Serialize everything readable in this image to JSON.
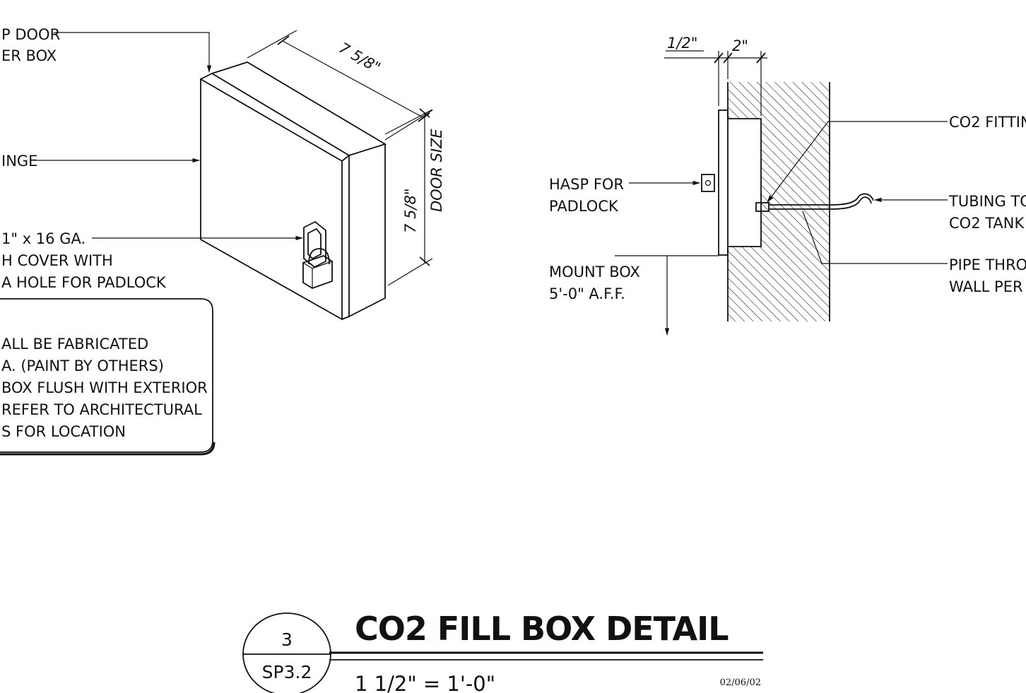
{
  "iso_view": {
    "label_hasp_door": [
      "P DOOR",
      "ER BOX"
    ],
    "label_hinge": "INGE",
    "label_cover": [
      "1\" x 16 GA.",
      "H COVER WITH",
      "A HOLE FOR PADLOCK"
    ],
    "dim_depth": "7 5/8\"",
    "dim_height": "7 5/8\"",
    "dim_door_size": "DOOR SIZE"
  },
  "notes_box": {
    "lines": [
      "ALL BE FABRICATED",
      "A. (PAINT BY OTHERS)",
      "BOX FLUSH WITH EXTERIOR",
      "REFER TO ARCHITECTURAL",
      "S FOR LOCATION"
    ]
  },
  "section_view": {
    "dim_half": "1/2\"",
    "dim_two": "2\"",
    "label_hasp": [
      "HASP FOR",
      "PADLOCK"
    ],
    "label_mount": [
      "MOUNT BOX",
      "5'-0\" A.F.F."
    ],
    "label_co2_fitting": "CO2 FITTIN",
    "label_tubing": [
      "TUBING TO",
      "CO2 TANK"
    ],
    "label_pipe": [
      "PIPE THRO",
      "WALL PER"
    ]
  },
  "title_block": {
    "detail_number": "3",
    "sheet_number": "SP3.2",
    "title": "CO2 FILL BOX DETAIL",
    "scale": "1 1/2\" = 1'-0\"",
    "date": "02/06/02"
  }
}
